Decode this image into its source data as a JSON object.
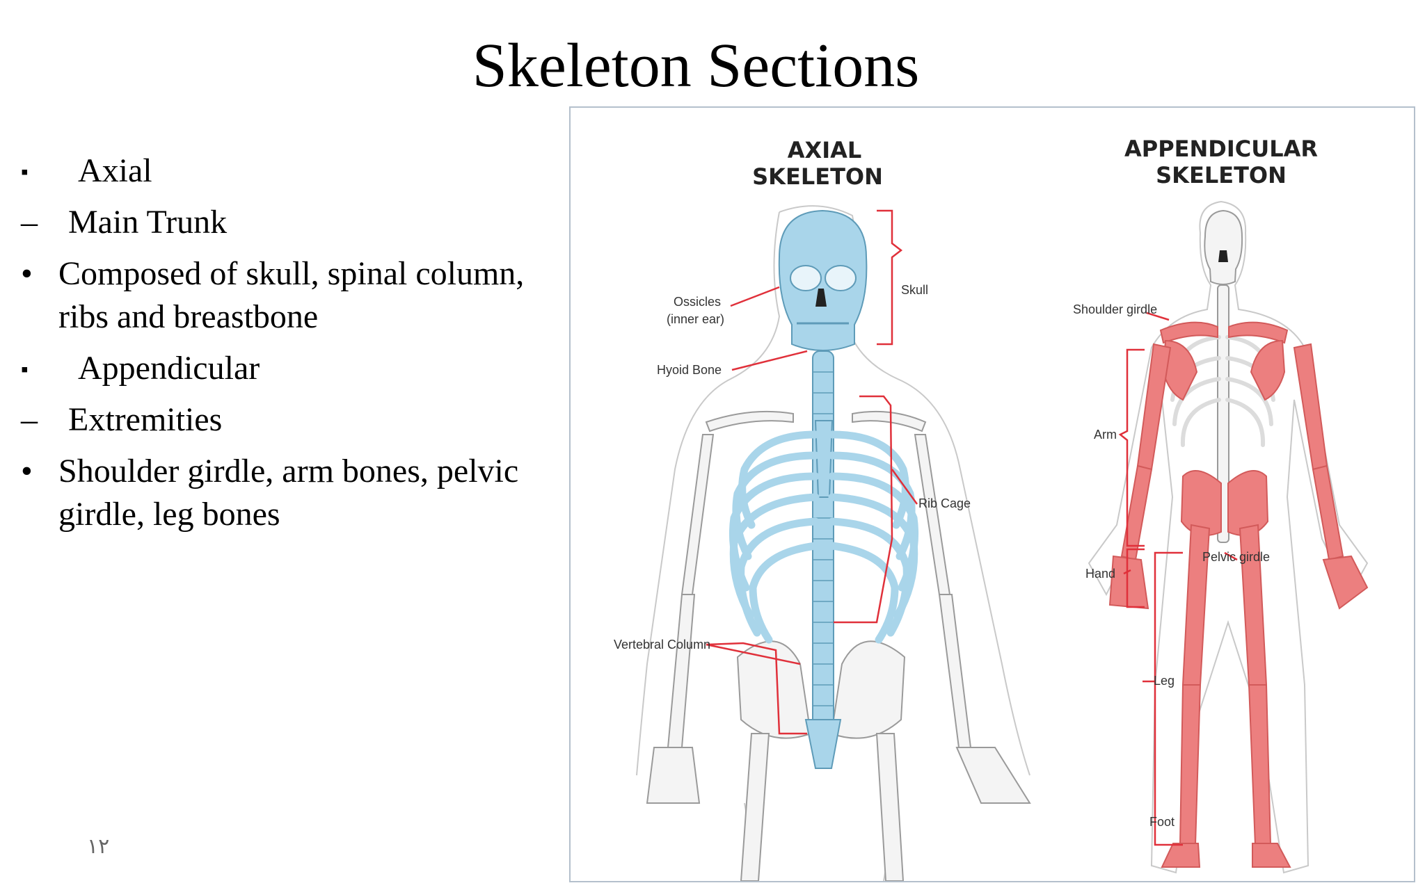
{
  "title": "Skeleton Sections",
  "bullets": [
    {
      "marker": "▪",
      "text": "Axial"
    },
    {
      "marker": "–",
      "text": "Main Trunk"
    },
    {
      "marker": "•",
      "text": "Composed of skull, spinal column, ribs and breastbone"
    },
    {
      "marker": "▪",
      "text": "Appendicular"
    },
    {
      "marker": "–",
      "text": "Extremities"
    },
    {
      "marker": "•",
      "text": "Shoulder girdle, arm bones, pelvic girdle, leg bones"
    }
  ],
  "slide_number": "١٢",
  "figure": {
    "axial_header_line1": "AXIAL",
    "axial_header_line2": "SKELETON",
    "appendicular_header_line1": "APPENDICULAR",
    "appendicular_header_line2": "SKELETON",
    "axial_labels": {
      "skull": "Skull",
      "ossicles_line1": "Ossicles",
      "ossicles_line2": "(inner ear)",
      "hyoid": "Hyoid Bone",
      "rib_cage": "Rib Cage",
      "vertebral_column": "Vertebral Column"
    },
    "appendicular_labels": {
      "shoulder_girdle": "Shoulder girdle",
      "arm": "Arm",
      "hand": "Hand",
      "pelvic_girdle": "Pelvic girdle",
      "leg": "Leg",
      "foot": "Foot"
    },
    "colors": {
      "axial_highlight": "#a9d5ea",
      "appendicular_highlight": "#ec7f7f",
      "label_lines": "#e0303a"
    }
  }
}
